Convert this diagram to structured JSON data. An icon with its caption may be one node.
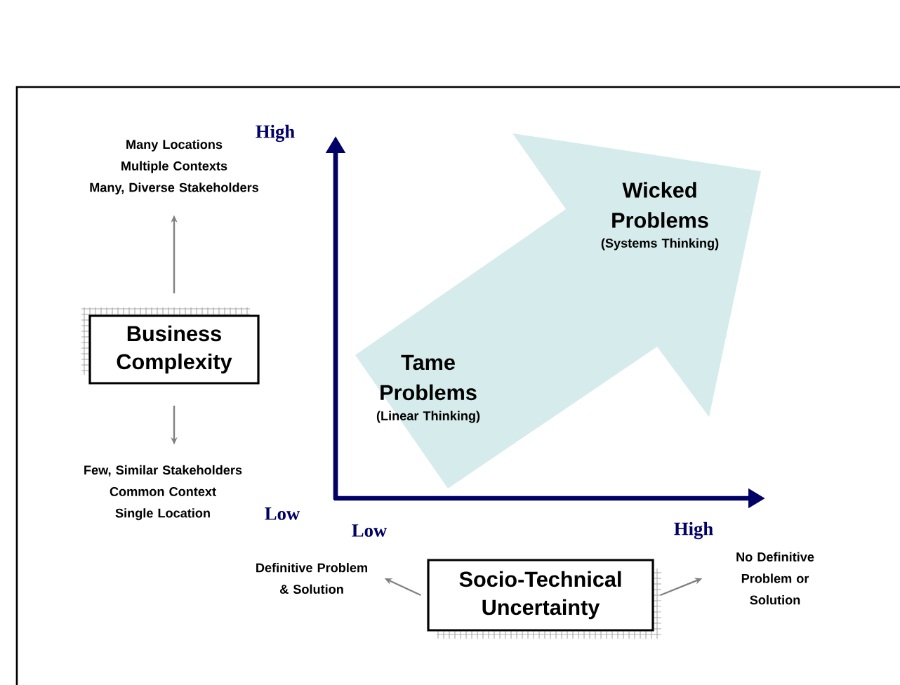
{
  "diagram": {
    "nodes": [
      {
        "text": [
          "Business Complexity"
        ]
      },
      {
        "text": [
          "Many Locations",
          "Multiple Contexts",
          "Many, Diverse Stakeholders"
        ]
      },
      {
        "text": [
          "Few, Similar Stakeholders",
          "Common Context",
          "Single Location"
        ]
      },
      {
        "text": [
          "Socio-Technical Uncertainty"
        ]
      },
      {
        "text": [
          "Definitive Problem & Solution"
        ]
      },
      {
        "text": [
          "No Definitive Problem or Solution"
        ]
      },
      {
        "text": [
          "Tame Problems",
          "(Linear Thinking)",
          "Wicked Problems",
          "(Systems Thinking)"
        ]
      }
    ],
    "edges": [
      {
        "from": 0,
        "to": 1,
        "arrow": "to"
      },
      {
        "from": 0,
        "to": 2,
        "arrow": "to"
      },
      {
        "from": 3,
        "to": 4,
        "arrow": "to"
      },
      {
        "from": 3,
        "to": 5,
        "arrow": "to"
      }
    ],
    "labels": [
      "High",
      "Low",
      "Low",
      "High"
    ]
  }
}
